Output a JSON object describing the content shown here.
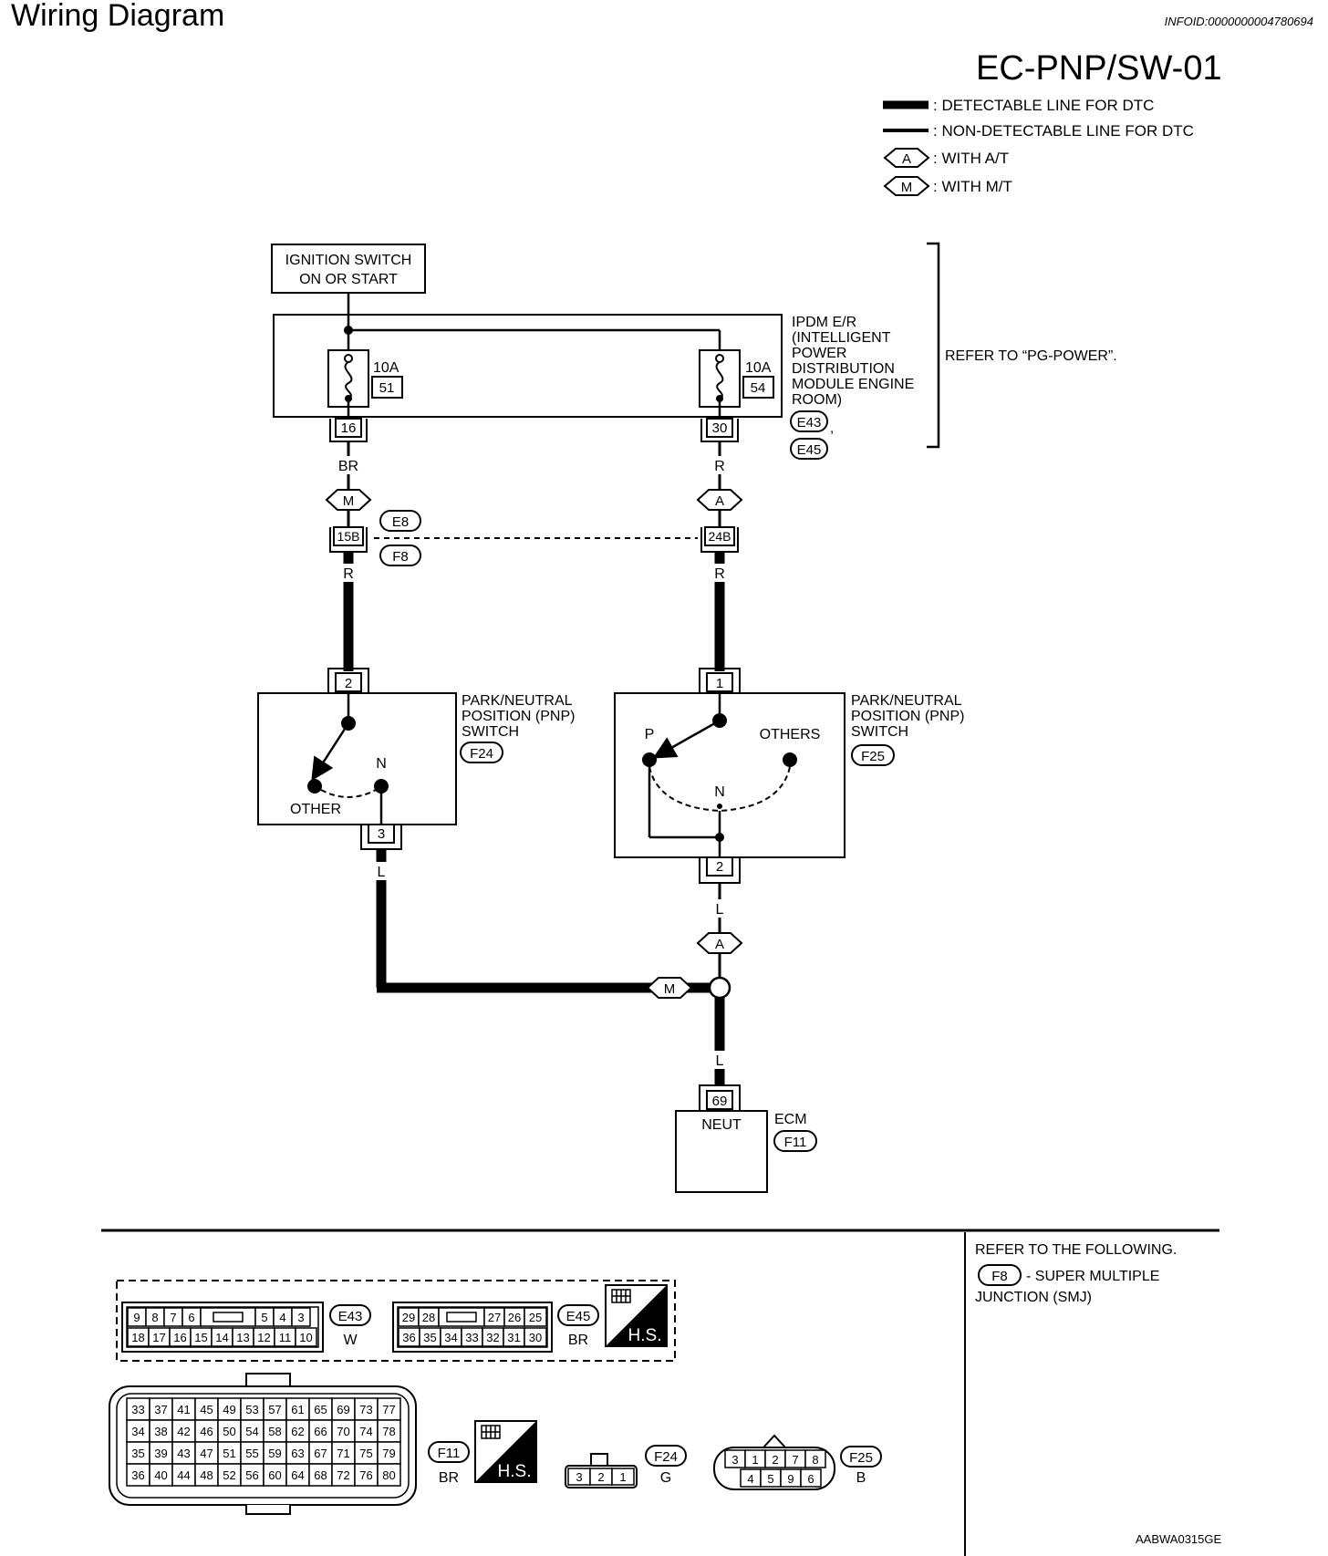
{
  "header": {
    "title": "Wiring Diagram",
    "info_id": "INFOID:0000000004780694",
    "diagram_code": "EC-PNP/SW-01"
  },
  "legend": {
    "detectable": ": DETECTABLE LINE FOR DTC",
    "non_detectable": ": NON-DETECTABLE LINE FOR DTC",
    "with_at_symbol": "A",
    "with_at": ": WITH A/T",
    "with_mt_symbol": "M",
    "with_mt": ": WITH M/T"
  },
  "ignition": {
    "line1": "IGNITION SWITCH",
    "line2": "ON OR START"
  },
  "ipdm": {
    "lines": [
      "IPDM E/R",
      "(INTELLIGENT",
      "POWER",
      "DISTRIBUTION",
      "MODULE ENGINE",
      "ROOM)"
    ],
    "connectors": [
      "E43",
      "E45"
    ],
    "comma": ","
  },
  "fuses": [
    {
      "rating": "10A",
      "number": "51",
      "terminal": "16"
    },
    {
      "rating": "10A",
      "number": "54",
      "terminal": "30"
    }
  ],
  "refer_power": "REFER TO “PG-POWER”.",
  "wires": {
    "left_upper": "BR",
    "right_upper": "R",
    "left_mid": "R",
    "right_mid": "R",
    "left_lower": "L",
    "right_lower": "L",
    "ecm": "L"
  },
  "markers": {
    "m": "M",
    "a": "A"
  },
  "junction": {
    "left_terminal": "15B",
    "right_terminal": "24B",
    "conn_top": "E8",
    "conn_bottom": "F8"
  },
  "pnp_f24": {
    "lines": [
      "PARK/NEUTRAL",
      "POSITION (PNP)",
      "SWITCH"
    ],
    "connector": "F24",
    "top_terminal": "2",
    "bottom_terminal": "3",
    "label_n": "N",
    "label_other": "OTHER"
  },
  "pnp_f25": {
    "lines": [
      "PARK/NEUTRAL",
      "POSITION (PNP)",
      "SWITCH"
    ],
    "connector": "F25",
    "top_terminal": "1",
    "bottom_terminal": "2",
    "label_p": "P",
    "label_others": "OTHERS",
    "label_n": "N"
  },
  "ecm": {
    "terminal": "69",
    "pin_name": "NEUT",
    "label": "ECM",
    "connector": "F11"
  },
  "refer_following": {
    "title": "REFER TO THE FOLLOWING.",
    "conn": "F8",
    "desc1": "- SUPER MULTIPLE",
    "desc2": "JUNCTION (SMJ)"
  },
  "connectors": {
    "e43": {
      "name": "E43",
      "color": "W",
      "row1": [
        "9",
        "8",
        "7",
        "6",
        "",
        "5",
        "4",
        "3"
      ],
      "row2": [
        "18",
        "17",
        "16",
        "15",
        "14",
        "13",
        "12",
        "11",
        "10"
      ]
    },
    "e45": {
      "name": "E45",
      "color": "BR",
      "row1": [
        "29",
        "28",
        "",
        "27",
        "26",
        "25"
      ],
      "row2": [
        "36",
        "35",
        "34",
        "33",
        "32",
        "31",
        "30"
      ]
    },
    "hs_label": "H.S.",
    "f11": {
      "name": "F11",
      "color": "BR",
      "rows": [
        [
          "33",
          "37",
          "41",
          "45",
          "49",
          "53",
          "57",
          "61",
          "65",
          "69",
          "73",
          "77"
        ],
        [
          "34",
          "38",
          "42",
          "46",
          "50",
          "54",
          "58",
          "62",
          "66",
          "70",
          "74",
          "78"
        ],
        [
          "35",
          "39",
          "43",
          "47",
          "51",
          "55",
          "59",
          "63",
          "67",
          "71",
          "75",
          "79"
        ],
        [
          "36",
          "40",
          "44",
          "48",
          "52",
          "56",
          "60",
          "64",
          "68",
          "72",
          "76",
          "80"
        ]
      ]
    },
    "f24": {
      "name": "F24",
      "color": "G",
      "pins": [
        "3",
        "2",
        "1"
      ]
    },
    "f25": {
      "name": "F25",
      "color": "B",
      "row1": [
        "3",
        "1",
        "2",
        "7",
        "8"
      ],
      "row2": [
        "4",
        "5",
        "9",
        "6"
      ]
    }
  },
  "footer_id": "AABWA0315GE"
}
